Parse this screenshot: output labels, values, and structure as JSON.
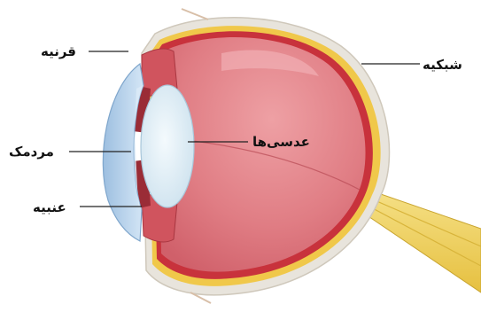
{
  "labels": {
    "cornea": "قرنیه",
    "pupil": "مردمک",
    "iris": "عنبیه",
    "retina": "شبکیه",
    "lens": "عدسی‌ها"
  },
  "colors": {
    "vitreous": "#e07d84",
    "retina_band": "#f0c84a",
    "choroid": "#c8323c",
    "sclera": "#e8e4dc",
    "cornea": "#b8d2ec",
    "lens": "#e3eff6",
    "optic_nerve": "#f2d860"
  }
}
